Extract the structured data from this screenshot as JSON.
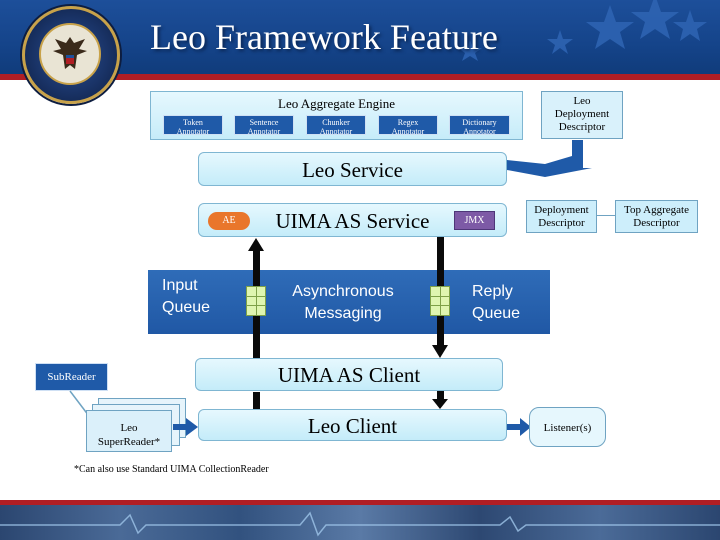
{
  "slide": {
    "title": "Leo Framework Feature",
    "footnote": "*Can also use Standard UIMA CollectionReader"
  },
  "diagram": {
    "aggregate_engine": {
      "label": "Leo Aggregate Engine",
      "annotators": [
        {
          "line1": "Token",
          "line2": "Annotator"
        },
        {
          "line1": "Sentence",
          "line2": "Annotator"
        },
        {
          "line1": "Chunker",
          "line2": "Annotator"
        },
        {
          "line1": "Regex",
          "line2": "Annotator"
        },
        {
          "line1": "Dictionary",
          "line2": "Annotator"
        }
      ]
    },
    "leo_deployment_descriptor": {
      "line1": "Leo",
      "line2": "Deployment",
      "line3": "Descriptor"
    },
    "leo_service": "Leo Service",
    "uima_as_service": "UIMA AS Service",
    "ae_badge": "AE",
    "jmx_badge": "JMX",
    "deployment_descriptor": {
      "line1": "Deployment",
      "line2": "Descriptor"
    },
    "top_aggregate_descriptor": {
      "line1": "Top Aggregate",
      "line2": "Descriptor"
    },
    "messaging": {
      "input_queue": {
        "line1": "Input",
        "line2": "Queue"
      },
      "asynchronous": {
        "line1": "Asynchronous",
        "line2": "Messaging"
      },
      "reply_queue": {
        "line1": "Reply",
        "line2": "Queue"
      }
    },
    "uima_as_client": "UIMA AS Client",
    "leo_client": "Leo Client",
    "subreader": "SubReader",
    "super_reader": {
      "line1": "Leo",
      "line2": "SuperReader*"
    },
    "listeners": "Listener(s)"
  },
  "colors": {
    "header_blue": "#1d4f9a",
    "accent_red": "#b01e24",
    "box_cyan": "#c4ecf9",
    "badge_orange": "#e9762b",
    "badge_purple": "#7d5aa6",
    "band_blue": "#2058a5",
    "arrow_blue": "#1f5aa8"
  }
}
